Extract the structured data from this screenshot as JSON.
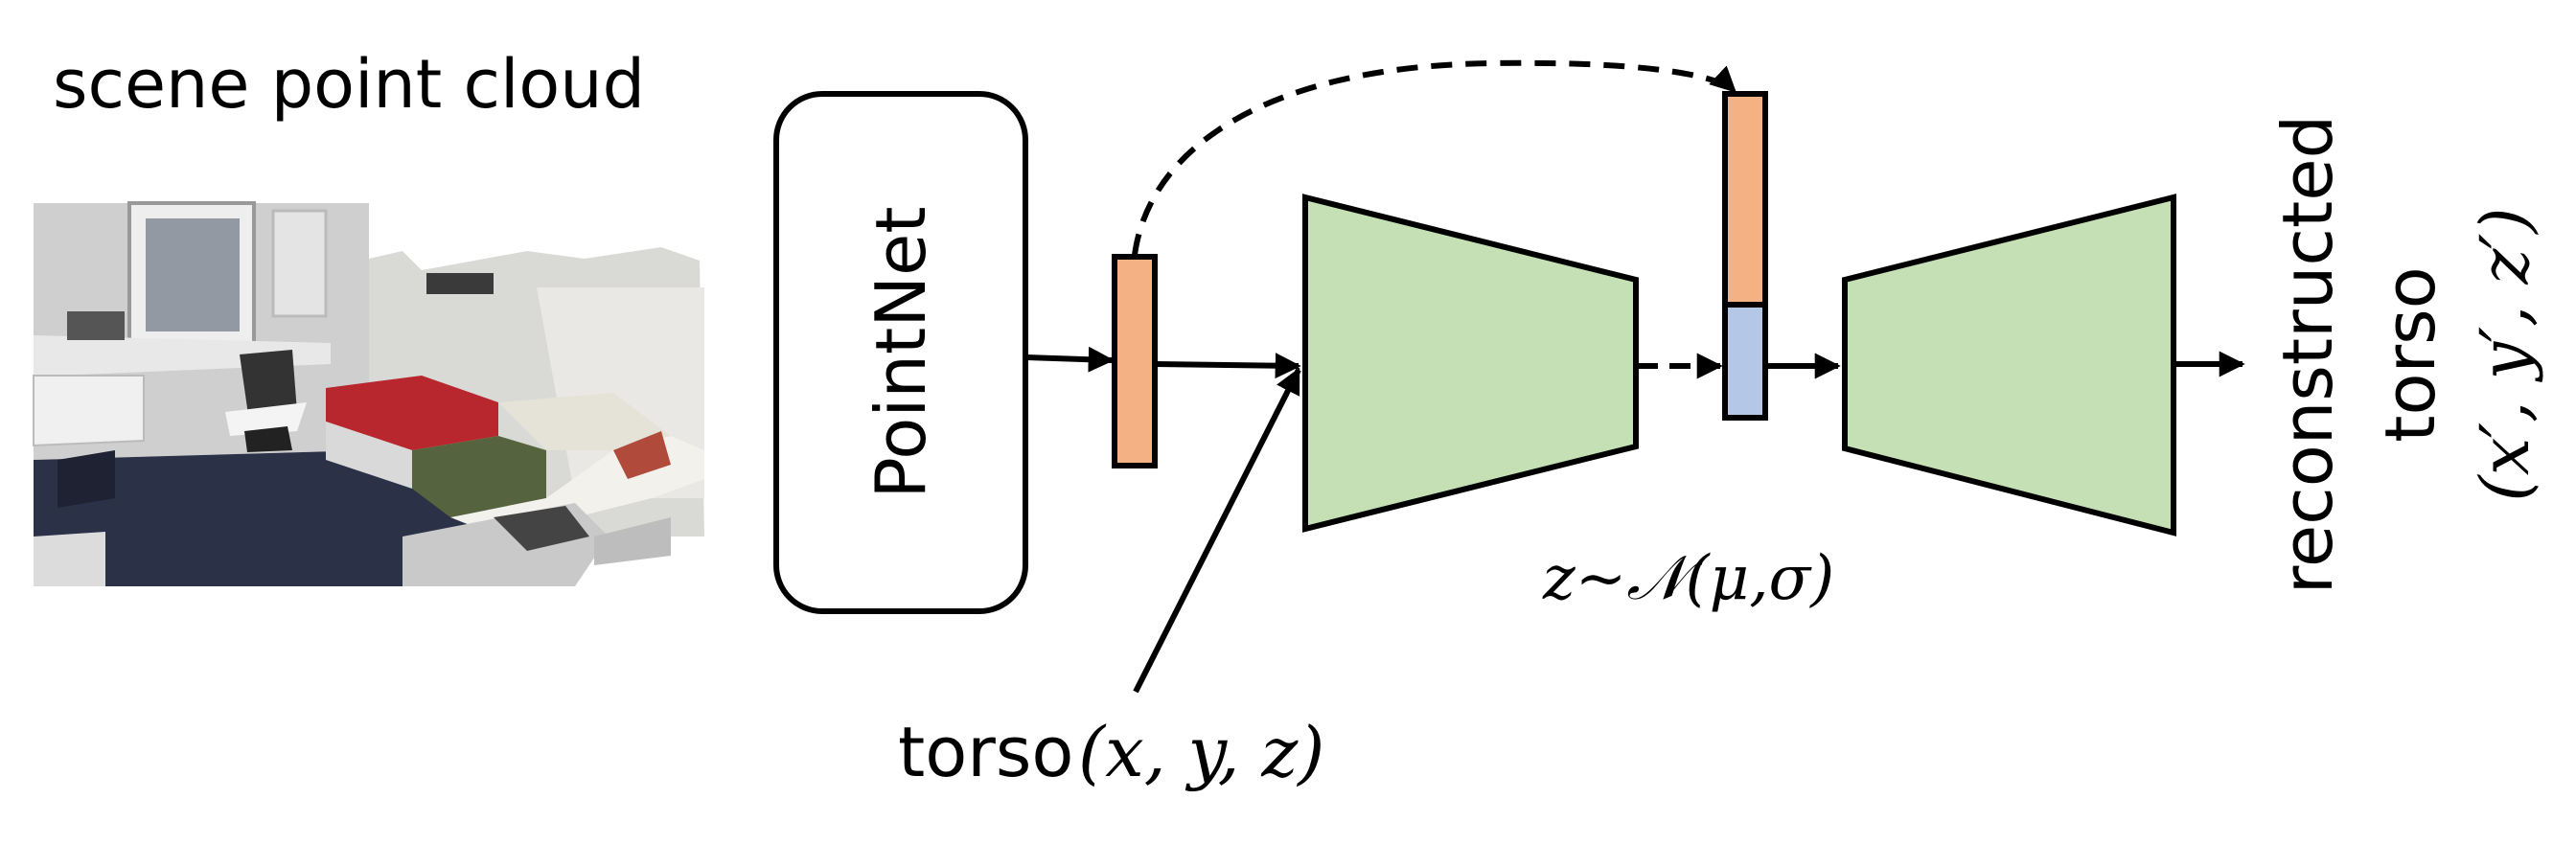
{
  "labels": {
    "scene_title": "scene point cloud",
    "pointnet": "PointNet",
    "latent": "z~𝒩(μ,σ)",
    "torso_input_word": "torso",
    "torso_input_coords": "(x, y, z)",
    "output_line1": "reconstructed",
    "output_line2": "torso",
    "output_line3": "(x′, y′, z′)"
  },
  "colors": {
    "feature_orange": "#F4B183",
    "latent_blue": "#B4C7E7",
    "encoder_green": "#C5E0B4",
    "stroke": "#000000"
  }
}
